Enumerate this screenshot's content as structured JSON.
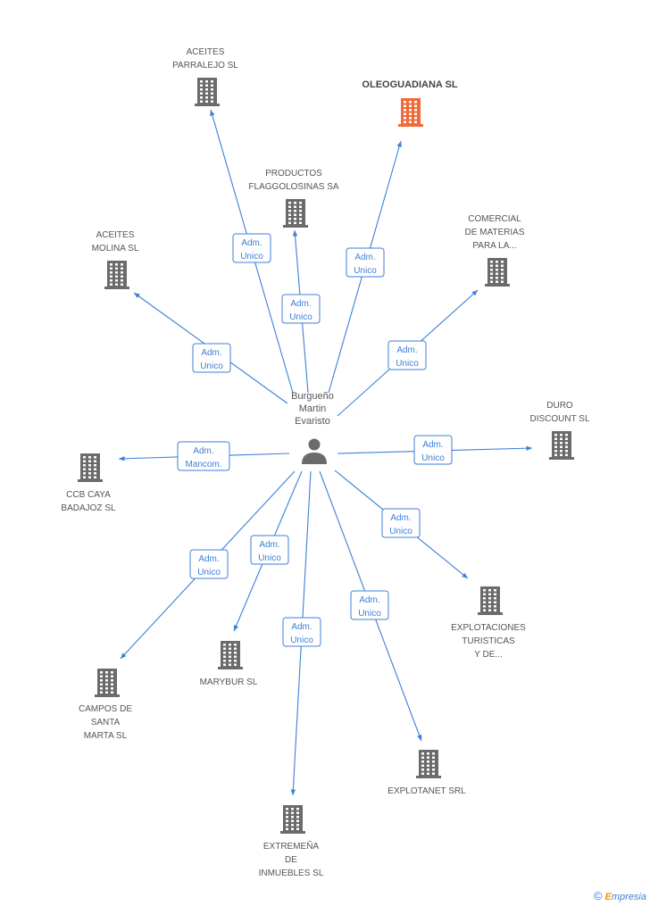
{
  "colors": {
    "edge": "#3d7fd6",
    "building": "#6b6b6b",
    "highlight": "#f06a3a"
  },
  "person": {
    "name_lines": [
      "Burgueño",
      "Martin",
      "Evaristo"
    ],
    "icon": "person-icon"
  },
  "companies": [
    {
      "id": "aceites-parralejo",
      "lines": [
        "ACEITES",
        "PARRALEJO SL"
      ],
      "highlight": false,
      "role": [
        "Adm.",
        "Unico"
      ]
    },
    {
      "id": "oleoguadiana",
      "lines": [
        "OLEOGUADIANA SL"
      ],
      "highlight": true,
      "role": [
        "Adm.",
        "Unico"
      ]
    },
    {
      "id": "productos-flaggolosinas",
      "lines": [
        "PRODUCTOS",
        "FLAGGOLOSINAS SA"
      ],
      "highlight": false,
      "role": [
        "Adm.",
        "Unico"
      ]
    },
    {
      "id": "comercial-materias",
      "lines": [
        "COMERCIAL",
        "DE MATERIAS",
        "PARA LA..."
      ],
      "highlight": false,
      "role": [
        "Adm.",
        "Unico"
      ]
    },
    {
      "id": "aceites-molina",
      "lines": [
        "ACEITES",
        "MOLINA SL"
      ],
      "highlight": false,
      "role": [
        "Adm.",
        "Unico"
      ]
    },
    {
      "id": "duro-discount",
      "lines": [
        "DURO",
        "DISCOUNT SL"
      ],
      "highlight": false,
      "role": [
        "Adm.",
        "Unico"
      ]
    },
    {
      "id": "ccb-caya",
      "lines": [
        "CCB CAYA",
        "BADAJOZ SL"
      ],
      "highlight": false,
      "role": [
        "Adm.",
        "Mancom."
      ]
    },
    {
      "id": "explotaciones-turisticas",
      "lines": [
        "EXPLOTACIONES",
        "TURISTICAS",
        "Y DE..."
      ],
      "highlight": false,
      "role": [
        "Adm.",
        "Unico"
      ]
    },
    {
      "id": "campos-santa-marta",
      "lines": [
        "CAMPOS DE",
        "SANTA",
        "MARTA SL"
      ],
      "highlight": false,
      "role": [
        "Adm.",
        "Unico"
      ]
    },
    {
      "id": "marybur",
      "lines": [
        "MARYBUR SL"
      ],
      "highlight": false,
      "role": [
        "Adm.",
        "Unico"
      ]
    },
    {
      "id": "extremena-inmuebles",
      "lines": [
        "EXTREMEÑA",
        "DE",
        "INMUEBLES SL"
      ],
      "highlight": false,
      "role": [
        "Adm.",
        "Unico"
      ]
    },
    {
      "id": "explotanet",
      "lines": [
        "EXPLOTANET SRL"
      ],
      "highlight": false,
      "role": [
        "Adm.",
        "Unico"
      ]
    }
  ],
  "footer": {
    "copyright": "©",
    "brand_initial": "E",
    "brand_rest": "mpresia"
  }
}
